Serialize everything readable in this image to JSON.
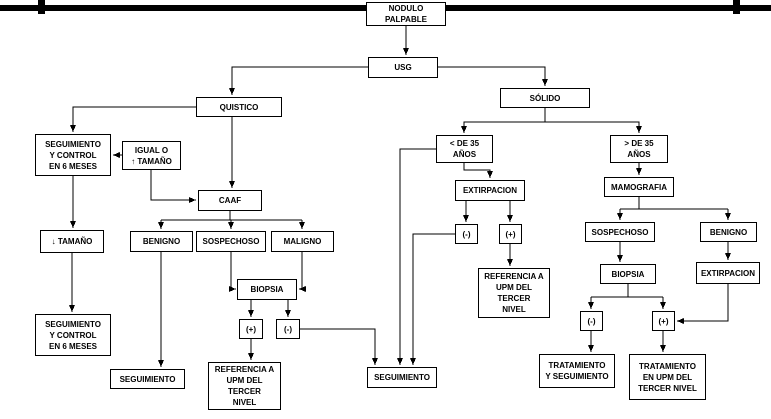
{
  "diagram": {
    "title": "Flujograma de nódulo palpable",
    "colors": {
      "line": "#000000",
      "background": "#ffffff",
      "box_border": "#000000"
    },
    "nodes": {
      "nodulo_palpable": "NODULO\nPALPABLE",
      "usg": "USG",
      "quistico": "QUISTICO",
      "solido": "SÓLIDO",
      "seguimiento_control_1": "SEGUIMIENTO\nY CONTROL\nEN 6 MESES",
      "igual_o_mas_tamano": "IGUAL O\n↑ TAMAÑO",
      "caaf": "CAAF",
      "menos_tamano": "↓ TAMAÑO",
      "seguimiento_control_2": "SEGUIMIENTO\nY CONTROL\nEN 6 MESES",
      "benigno_izq": "BENIGNO",
      "sospechoso_izq": "SOSPECHOSO",
      "maligno": "MALIGNO",
      "biopsia_izq": "BIOPSIA",
      "positivo_izq": "(+)",
      "negativo_izq": "(-)",
      "seguimiento_izq": "SEGUIMIENTO",
      "referencia_izq": "REFERENCIA A\nUPM DEL\nTERCER\nNIVEL",
      "menor_35": "< DE 35\nAÑOS",
      "extirpacion_centro": "EXTIRPACION",
      "negativo_centro": "(-)",
      "positivo_centro": "(+)",
      "referencia_centro": "REFERENCIA A\nUPM DEL\nTERCER\nNIVEL",
      "seguimiento_centro": "SEGUIMIENTO",
      "mayor_35": "> DE 35\nAÑOS",
      "mamografia": "MAMOGRAFIA",
      "sospechoso_der": "SOSPECHOSO",
      "benigno_der": "BENIGNO",
      "biopsia_der": "BIOPSIA",
      "extirpacion_der": "EXTIRPACION",
      "negativo_der": "(-)",
      "positivo_der": "(+)",
      "tratamiento_seguimiento": "TRATAMIENTO\nY SEGUIMIENTO",
      "tratamiento_upm": "TRATAMIENTO\nEN UPM DEL\nTERCER  NIVEL"
    },
    "edges": [
      {
        "from": "nodulo_palpable",
        "to": "usg"
      },
      {
        "from": "usg",
        "to": "quistico"
      },
      {
        "from": "usg",
        "to": "solido"
      },
      {
        "from": "quistico",
        "to": "seguimiento_control_1"
      },
      {
        "from": "quistico",
        "to": "caaf"
      },
      {
        "from": "igual_o_mas_tamano",
        "to": "seguimiento_control_1"
      },
      {
        "from": "igual_o_mas_tamano",
        "to": "caaf"
      },
      {
        "from": "seguimiento_control_1",
        "to": "menos_tamano"
      },
      {
        "from": "menos_tamano",
        "to": "seguimiento_control_2"
      },
      {
        "from": "caaf",
        "to": "benigno_izq"
      },
      {
        "from": "caaf",
        "to": "sospechoso_izq"
      },
      {
        "from": "caaf",
        "to": "maligno"
      },
      {
        "from": "benigno_izq",
        "to": "seguimiento_izq"
      },
      {
        "from": "sospechoso_izq",
        "to": "biopsia_izq"
      },
      {
        "from": "maligno",
        "to": "biopsia_izq"
      },
      {
        "from": "biopsia_izq",
        "to": "positivo_izq"
      },
      {
        "from": "biopsia_izq",
        "to": "negativo_izq"
      },
      {
        "from": "positivo_izq",
        "to": "referencia_izq"
      },
      {
        "from": "negativo_izq",
        "to": "seguimiento_centro"
      },
      {
        "from": "solido",
        "to": "menor_35"
      },
      {
        "from": "solido",
        "to": "mayor_35"
      },
      {
        "from": "menor_35",
        "to": "extirpacion_centro"
      },
      {
        "from": "menor_35",
        "to": "seguimiento_centro"
      },
      {
        "from": "extirpacion_centro",
        "to": "negativo_centro"
      },
      {
        "from": "extirpacion_centro",
        "to": "positivo_centro"
      },
      {
        "from": "negativo_centro",
        "to": "seguimiento_centro"
      },
      {
        "from": "positivo_centro",
        "to": "referencia_centro"
      },
      {
        "from": "mayor_35",
        "to": "mamografia"
      },
      {
        "from": "mamografia",
        "to": "sospechoso_der"
      },
      {
        "from": "mamografia",
        "to": "benigno_der"
      },
      {
        "from": "sospechoso_der",
        "to": "biopsia_der"
      },
      {
        "from": "benigno_der",
        "to": "extirpacion_der"
      },
      {
        "from": "biopsia_der",
        "to": "negativo_der"
      },
      {
        "from": "biopsia_der",
        "to": "positivo_der"
      },
      {
        "from": "negativo_der",
        "to": "tratamiento_seguimiento"
      },
      {
        "from": "positivo_der",
        "to": "tratamiento_upm"
      },
      {
        "from": "extirpacion_der",
        "to": "positivo_der"
      }
    ]
  }
}
